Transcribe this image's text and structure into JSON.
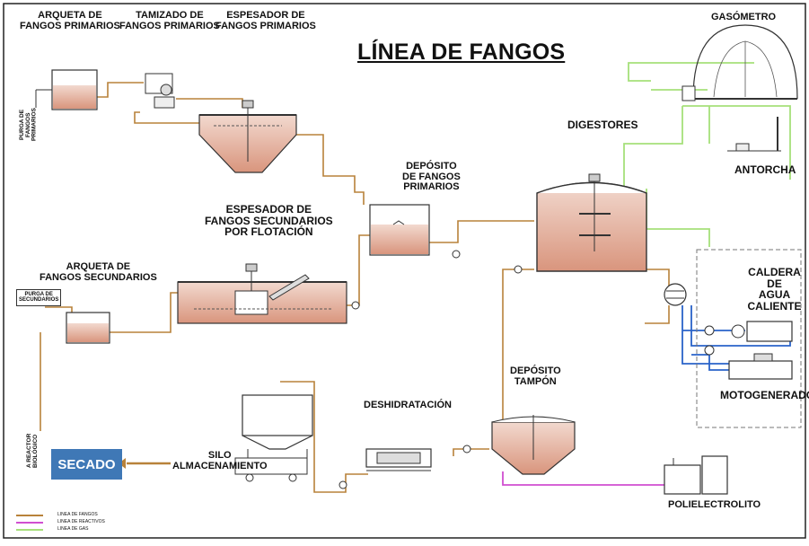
{
  "title": "LÍNEA DE FANGOS",
  "labels": {
    "arqueta_primarios": "ARQUETA DE\nFANGOS PRIMARIOS",
    "tamizado": "TAMIZADO DE\nFANGOS PRIMARIOS",
    "espesador_primarios": "ESPESADOR DE\nFANGOS PRIMARIOS",
    "gasometro": "GASÓMETRO",
    "digestores": "DIGESTORES",
    "antorcha": "ANTORCHA",
    "deposito_primarios": "DEPÓSITO\nDE FANGOS\nPRIMARIOS",
    "espesador_flotacion": "ESPESADOR DE\nFANGOS SECUNDARIOS\nPOR FLOTACIÓN",
    "arqueta_secundarios": "ARQUETA DE\nFANGOS SECUNDARIOS",
    "caldera": "CALDERA DE\nAGUA CALIENTE",
    "motogenerador": "MOTOGENERADOR",
    "deposito_tampon": "DEPÓSITO\nTAMPÓN",
    "deshidratacion": "DESHIDRATACIÓN",
    "silo": "SILO\nALMACENAMIENTO",
    "secado": "SECADO",
    "polielectrolito": "POLIELECTROLITO",
    "purga_primarios": "PURGA DE\nFANGOS\nPRIMARIOS",
    "purga_secundarios": "PURGA DE\nSECUNDARIOS",
    "a_reactor": "A REACTOR\nBIOLÓGICO"
  },
  "legend": [
    {
      "label": "LINEA DE FANGOS",
      "color": "#b8823a"
    },
    {
      "label": "LINEA DE REACTIVOS",
      "color": "#d04fd0"
    },
    {
      "label": "LINEA DE GAS",
      "color": "#a6e07a"
    }
  ],
  "colors": {
    "sludge_line": "#b8823a",
    "reagent_line": "#d04fd0",
    "gas_line": "#a6e07a",
    "water_line": "#2a63c9",
    "sludge_fill": "#e8bfae",
    "secado_box": "#3f78b6"
  }
}
